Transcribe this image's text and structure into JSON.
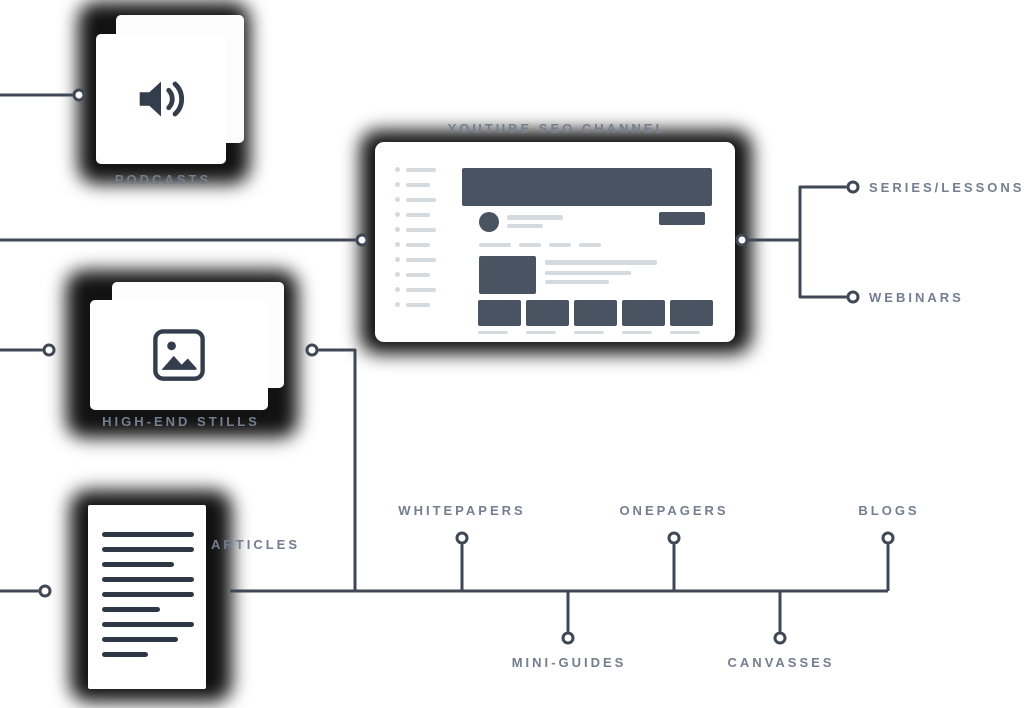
{
  "labels": {
    "youtube_channel": "YOUTUBE SEO CHANNEL",
    "podcasts": "PODCASTS",
    "high_end_stills": "HIGH-END STILLS",
    "articles": "ARTICLES",
    "series_lessons": "SERIES/LESSONS",
    "webinars": "WEBINARS",
    "whitepapers": "WHITEPAPERS",
    "onepagers": "ONEPAGERS",
    "blogs": "BLOGS",
    "mini_guides": "MINI-GUIDES",
    "canvasses": "CANVASSES"
  },
  "icons": {
    "podcasts": "speaker-icon",
    "high_end_stills": "image-icon",
    "articles": "document-icon",
    "youtube_channel": "youtube-channel-mockup"
  },
  "colors": {
    "line": "#3f4854",
    "label": "#747e8e",
    "dark_ui": "#4a5362",
    "light_ui": "#d5dade",
    "icon": "#343d4b",
    "shadow": "#000000",
    "background": "#ffffff"
  },
  "connections": [
    {
      "from": "left-edge",
      "to": "podcasts"
    },
    {
      "from": "left-edge",
      "to": "youtube_channel"
    },
    {
      "from": "left-edge",
      "to": "high_end_stills"
    },
    {
      "from": "left-edge",
      "to": "articles"
    },
    {
      "from": "youtube_channel",
      "to": "series_lessons"
    },
    {
      "from": "youtube_channel",
      "to": "webinars"
    },
    {
      "from": "high_end_stills",
      "to": "bottom-rail"
    },
    {
      "from": "articles",
      "to": "bottom-rail"
    },
    {
      "from": "bottom-rail",
      "to": "whitepapers"
    },
    {
      "from": "bottom-rail",
      "to": "mini_guides"
    },
    {
      "from": "bottom-rail",
      "to": "onepagers"
    },
    {
      "from": "bottom-rail",
      "to": "canvasses"
    },
    {
      "from": "bottom-rail",
      "to": "blogs"
    }
  ]
}
